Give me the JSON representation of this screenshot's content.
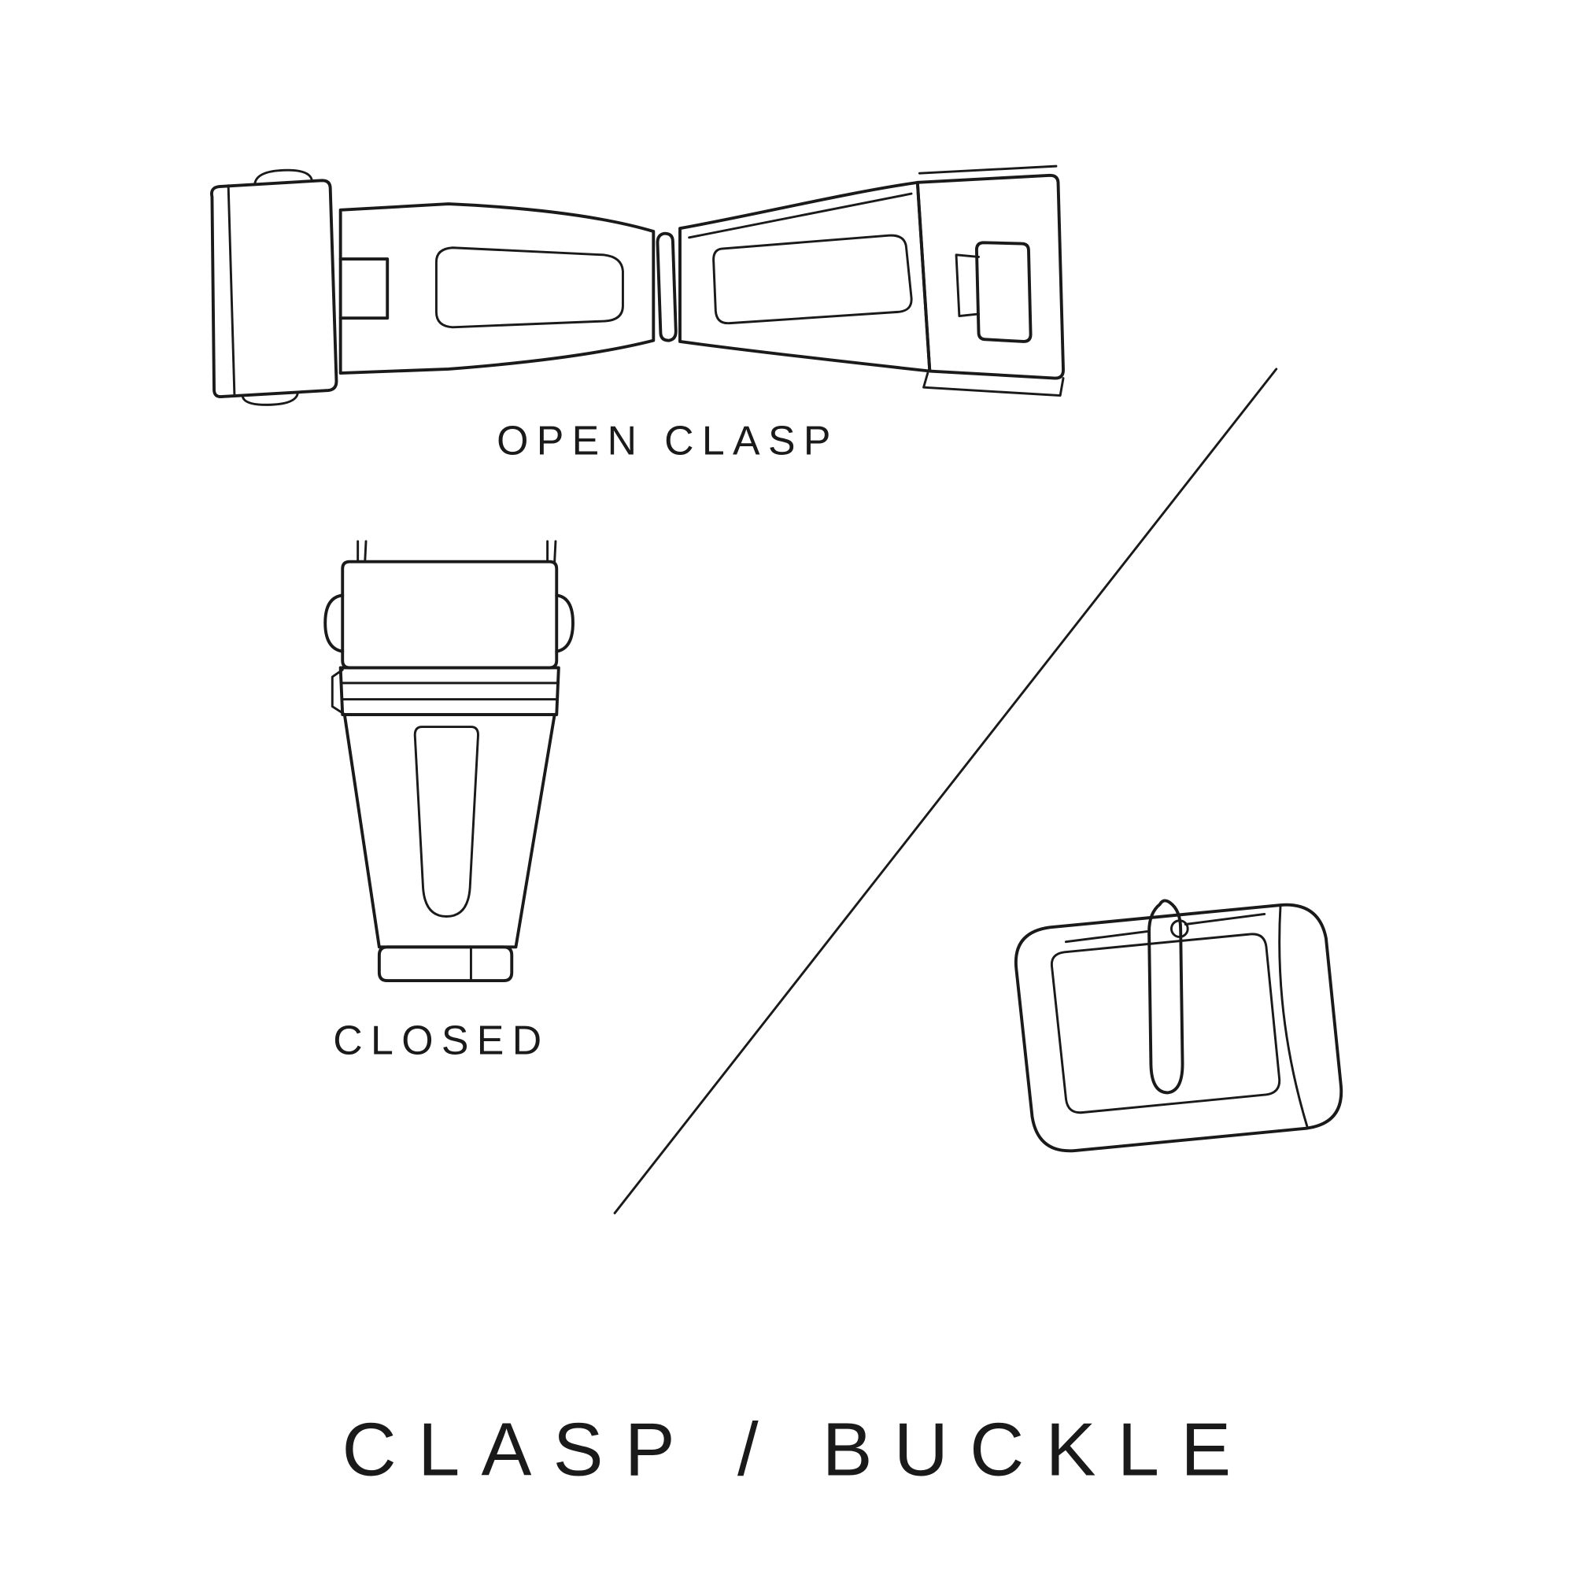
{
  "theme": {
    "background": "#ffffff",
    "line": "#1a1a1a",
    "text": "#1a1a1a"
  },
  "diagram": {
    "title": "CLASP / BUCKLE",
    "figures": [
      {
        "id": "open-clasp",
        "caption": "OPEN CLASP"
      },
      {
        "id": "closed-clasp",
        "caption": "CLOSED"
      },
      {
        "id": "pin-buckle",
        "caption": ""
      }
    ]
  }
}
